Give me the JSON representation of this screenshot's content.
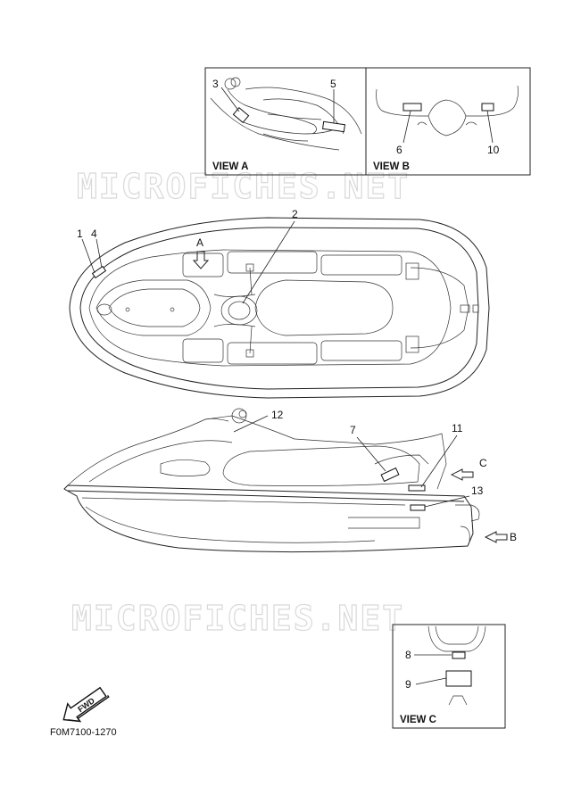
{
  "watermark": {
    "text": "MICROFICHES.NET"
  },
  "figure_code": "F0M7100-1270",
  "views": {
    "a": "VIEW A",
    "b": "VIEW B",
    "c": "VIEW C"
  },
  "arrow_labels": {
    "a": "A",
    "b": "B",
    "c": "C"
  },
  "fwd_label": "FWD",
  "callouts": {
    "n1": "1",
    "n2": "2",
    "n3": "3",
    "n4": "4",
    "n5": "5",
    "n6": "6",
    "n7": "7",
    "n8": "8",
    "n9": "9",
    "n10": "10",
    "n11": "11",
    "n12": "12",
    "n13": "13"
  }
}
